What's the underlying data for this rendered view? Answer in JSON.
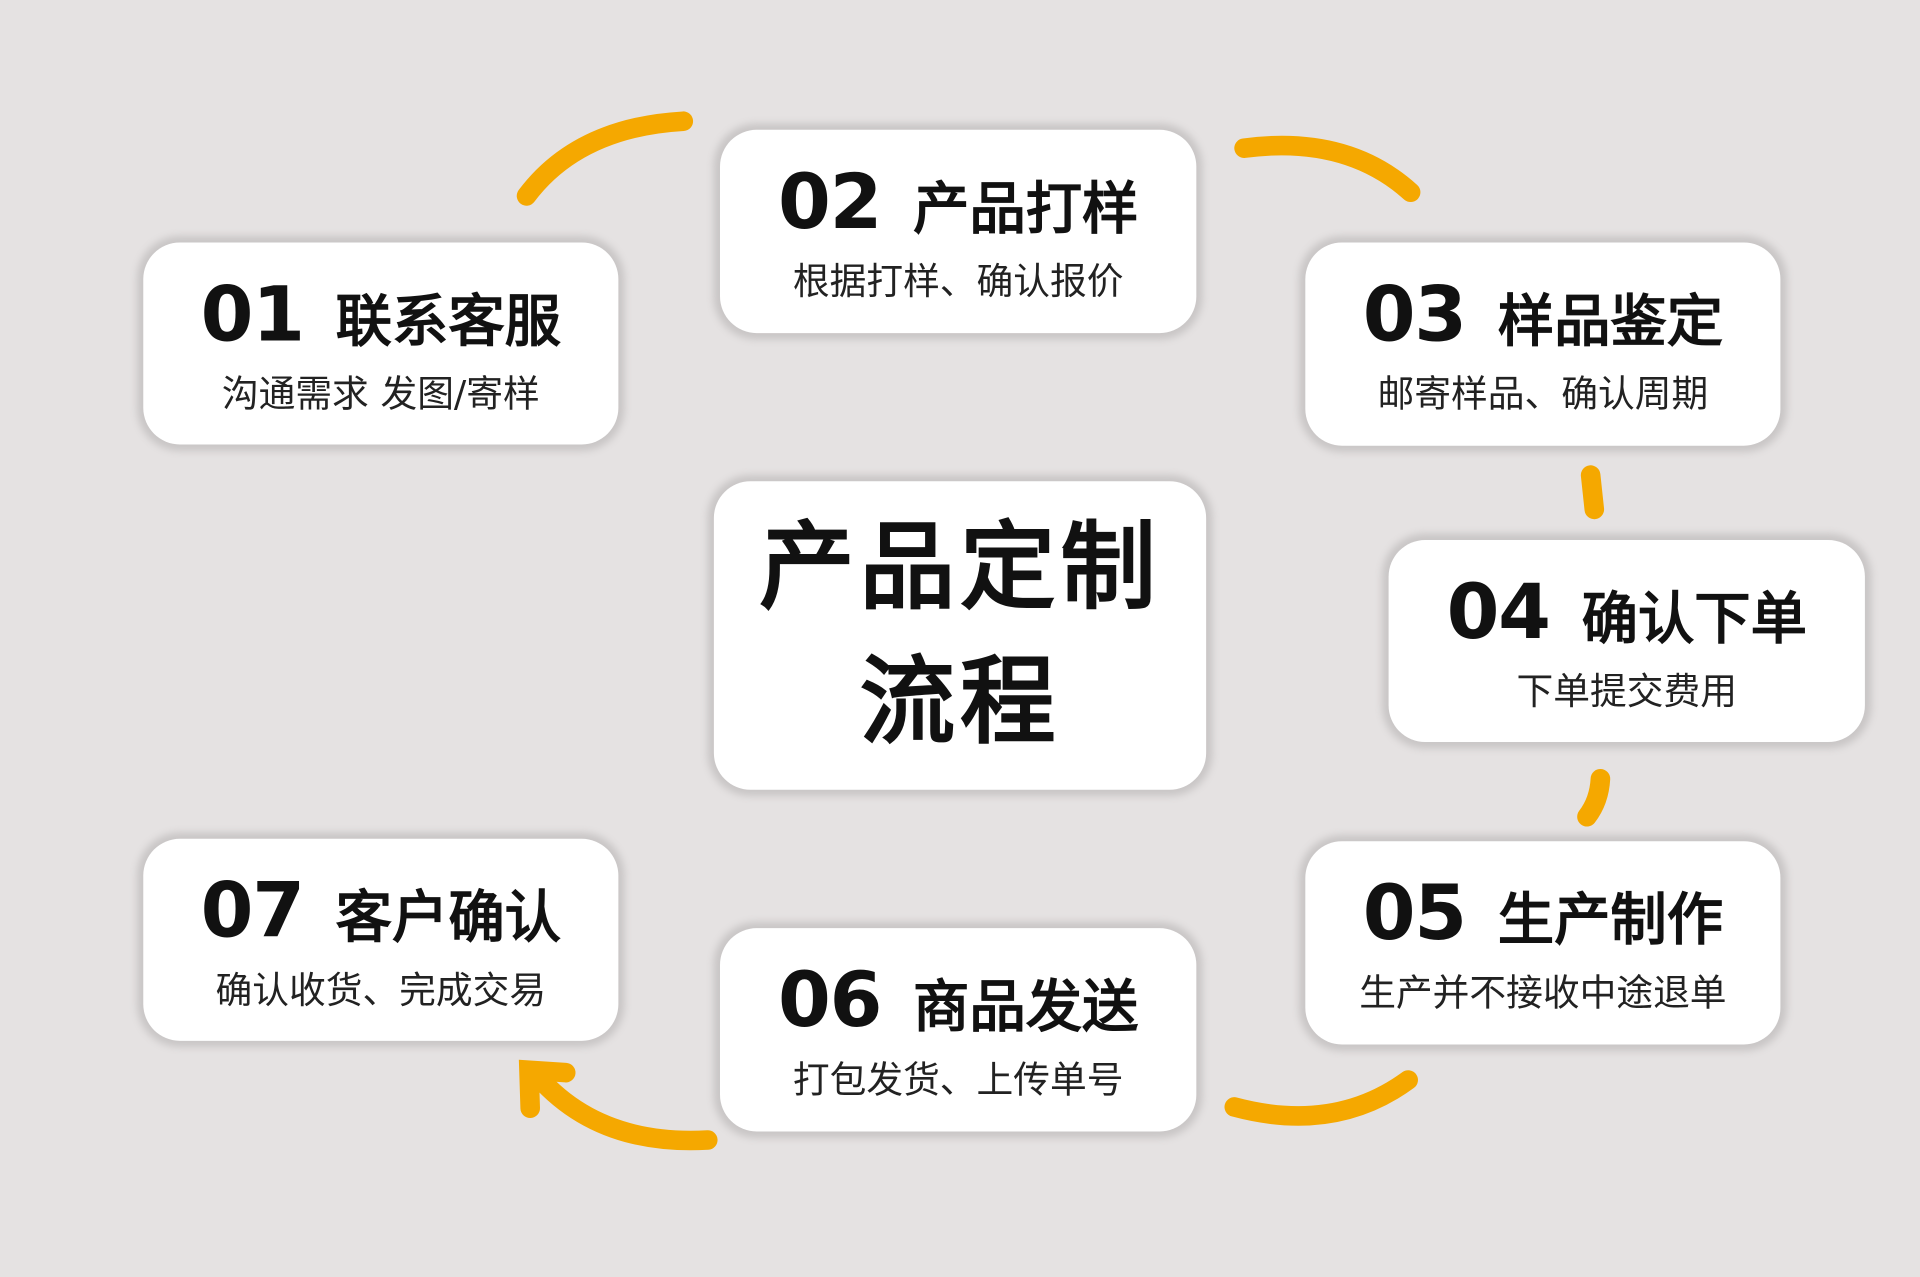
{
  "accent_color": "#f5a800",
  "center": {
    "line1": "产品定制",
    "line2": "流程"
  },
  "steps": [
    {
      "num": "01",
      "name": "联系客服",
      "desc": "沟通需求  发图/寄样"
    },
    {
      "num": "02",
      "name": "产品打样",
      "desc": "根据打样、确认报价"
    },
    {
      "num": "03",
      "name": "样品鉴定",
      "desc": "邮寄样品、确认周期"
    },
    {
      "num": "04",
      "name": "确认下单",
      "desc": "下单提交费用"
    },
    {
      "num": "05",
      "name": "生产制作",
      "desc": "生产并不接收中途退单"
    },
    {
      "num": "06",
      "name": "商品发送",
      "desc": "打包发货、上传单号"
    },
    {
      "num": "07",
      "name": "客户确认",
      "desc": "确认收货、完成交易"
    }
  ]
}
